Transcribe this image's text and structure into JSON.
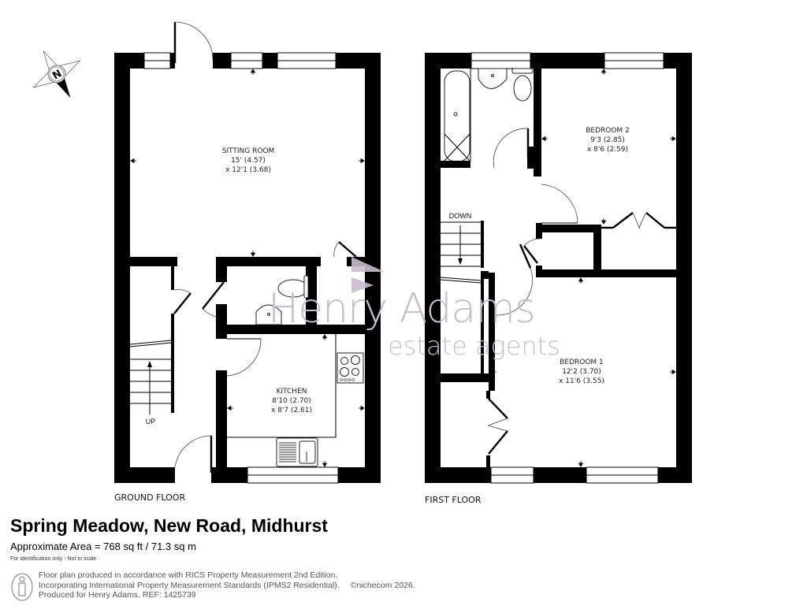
{
  "property": {
    "title": "Spring Meadow, New Road, Midhurst",
    "approximate_area": "Approximate Area = 768 sq ft / 71.3 sq m",
    "disclaimer": "For identification only - Not to scale"
  },
  "compass": {
    "icon": "compass-north-icon",
    "label": "N"
  },
  "floors": [
    {
      "name": "GROUND FLOOR",
      "stairs_label": "UP",
      "rooms": [
        {
          "name": "SITTING ROOM",
          "dim1": "15' (4.57)",
          "dim2": "x 12'1 (3.68)"
        },
        {
          "name": "KITCHEN",
          "dim1": "8'10 (2.70)",
          "dim2": "x 8'7 (2.61)"
        }
      ]
    },
    {
      "name": "FIRST FLOOR",
      "stairs_label": "DOWN",
      "rooms": [
        {
          "name": "BEDROOM 2",
          "dim1": "9'3 (2.85)",
          "dim2": "x 8'6 (2.59)"
        },
        {
          "name": "BEDROOM 1",
          "dim1": "12'2 (3.70)",
          "dim2": "x 11'6 (3.55)"
        }
      ]
    }
  ],
  "watermark": {
    "brand": "Henry Adams",
    "tagline": "estate agents",
    "color": "#c9bcd0"
  },
  "legal": {
    "line1": "Floor plan produced in accordance with RICS Property Measurement 2nd Edition,",
    "line2": "Incorporating International Property Measurement Standards (IPMS2 Residential).",
    "copyright": "©nichecom 2026.",
    "line3": "Produced for Henry Adams.    REF: 1425739",
    "icon": "person-icon"
  }
}
